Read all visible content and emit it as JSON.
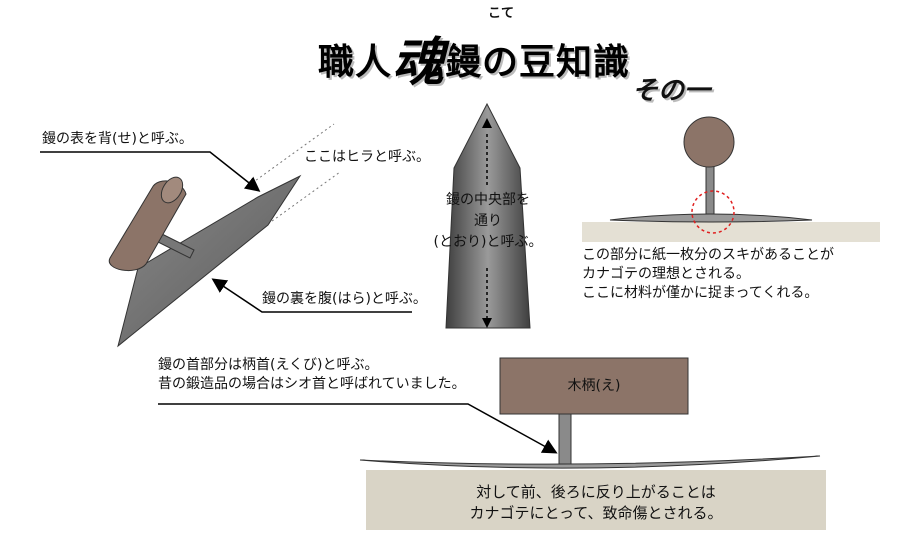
{
  "title": {
    "part1": "職人",
    "emphasis": "魂",
    "part2": "鏝の豆知識",
    "ruby": "こて",
    "subtitle": "その一"
  },
  "labels": {
    "back": "鏝の表を背(せ)と呼ぶ。",
    "flat": "ここはヒラと呼ぶ。",
    "belly": "鏝の裏を腹(はら)と呼ぶ。",
    "center_line1": "鏝の中央部を",
    "center_line2": "通り",
    "center_line3": "(とおり)と呼ぶ。",
    "gap_line1": "この部分に紙一枚分のスキがあることが",
    "gap_line2": "カナゴテの理想とされる。",
    "gap_line3": "ここに材料が僅かに捉まってくれる。",
    "neck_line1": "鏝の首部分は柄首(えくび)と呼ぶ。",
    "neck_line2": "昔の鍛造品の場合はシオ首と呼ばれていました。",
    "handle": "木柄(え)",
    "bottom_line1": "対して前、後ろに反り上がることは",
    "bottom_line2": "カナゴテにとって、致命傷とされる。"
  },
  "colors": {
    "wood": "#8c7468",
    "blade": "#6e6e6e",
    "shadow_band": "#d9d4c6",
    "highlight_circle": "#e02020"
  }
}
